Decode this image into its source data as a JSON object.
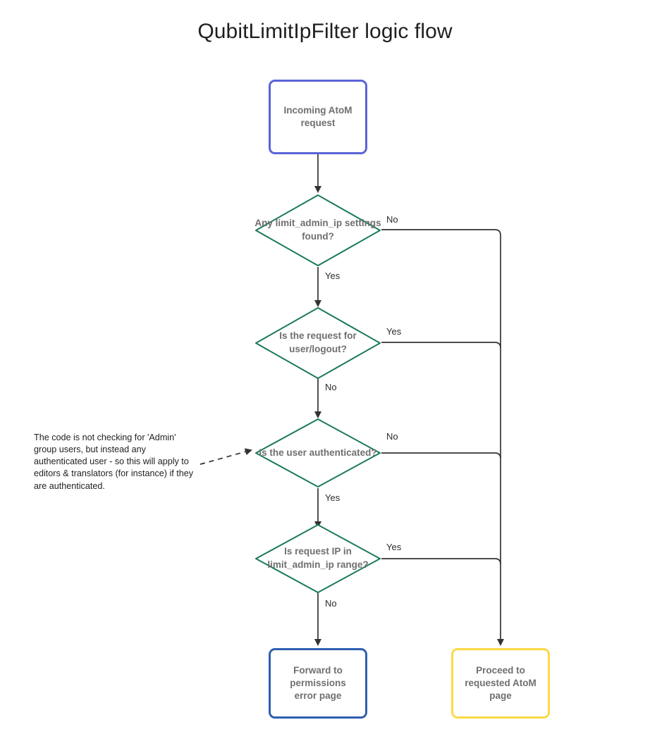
{
  "title": "QubitLimitIpFilter logic flow",
  "colors": {
    "start_border": "#5a63d8",
    "decision_border": "#1a7a5e",
    "error_border": "#2e5fb0",
    "ok_border": "#fbd947",
    "edge_line": "#333333",
    "node_text": "#6f6f6f",
    "label_text": "#2b2b2b",
    "title_text": "#1f1f1f",
    "background": "#ffffff"
  },
  "nodes": {
    "start": {
      "label": "Incoming AtoM request"
    },
    "d1": {
      "label": "Any limit_admin_ip settings found?"
    },
    "d2": {
      "label": "Is the request for user/logout?"
    },
    "d3": {
      "label": "Is the user authenticated?"
    },
    "d4": {
      "label": "Is request IP in limit_admin_ip range?"
    },
    "error": {
      "label": "Forward to permissions error page"
    },
    "ok": {
      "label": "Proceed to requested AtoM page"
    }
  },
  "edge_labels": {
    "d1_no": "No",
    "d1_yes": "Yes",
    "d2_yes": "Yes",
    "d2_no": "No",
    "d3_no": "No",
    "d3_yes": "Yes",
    "d4_yes": "Yes",
    "d4_no": "No"
  },
  "annotation": {
    "text": "The code is not checking for 'Admin'\ngroup users, but instead any\nauthenticated user - so this will apply to\neditors & translators (for instance) if they\nare authenticated."
  }
}
